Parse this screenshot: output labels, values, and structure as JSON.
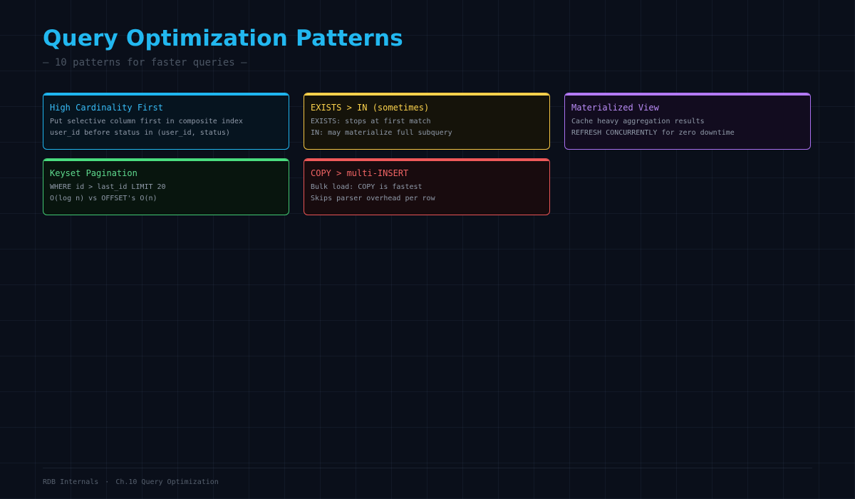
{
  "header": {
    "title": "Query Optimization Patterns",
    "subtitle": "— 10 patterns for faster queries —"
  },
  "cards": [
    {
      "title": "High Cardinality First",
      "lines": [
        "Put selective column first in composite index",
        "user_id before status in (user_id, status)"
      ],
      "accent": "#1fb6f0"
    },
    {
      "title": "EXISTS > IN (sometimes)",
      "lines": [
        "EXISTS: stops at first match",
        "IN: may materialize full subquery"
      ],
      "accent": "#fcd34d"
    },
    {
      "title": "Materialized View",
      "lines": [
        "Cache heavy aggregation results",
        "REFRESH CONCURRENTLY for zero downtime"
      ],
      "accent": "#b57cf5"
    },
    {
      "title": "Keyset Pagination",
      "lines": [
        "WHERE id > last_id LIMIT 20",
        "O(log n) vs OFFSET's O(n)"
      ],
      "accent": "#4ade80"
    },
    {
      "title": "COPY > multi-INSERT",
      "lines": [
        "Bulk load: COPY is fastest",
        "Skips parser overhead per row"
      ],
      "accent": "#f05a5a"
    }
  ],
  "footer": {
    "book": "RDB Internals",
    "separator": "·",
    "chapter": "Ch.10 Query Optimization"
  }
}
